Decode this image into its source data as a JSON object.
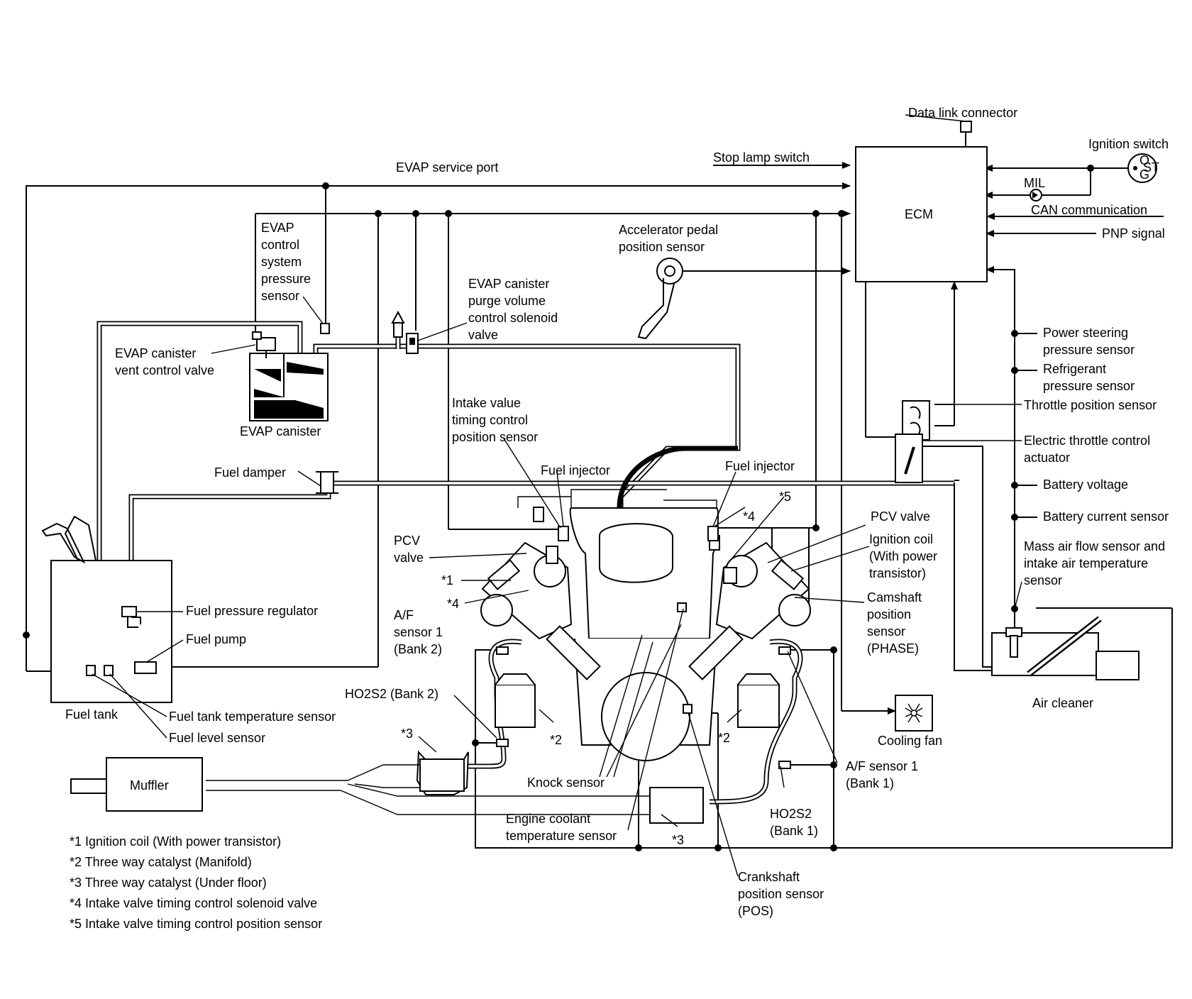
{
  "labels": {
    "data_link_connector": "Data link connector",
    "ignition_switch": "Ignition switch",
    "stop_lamp_switch": "Stop lamp switch",
    "ecm": "ECM",
    "mil": "MIL",
    "can_communication": "CAN communication",
    "pnp_signal": "PNP signal",
    "evap_service_port": "EVAP service port",
    "evap_ctrl_sensor": [
      "EVAP",
      "control",
      "system",
      "pressure",
      "sensor"
    ],
    "accel_pedal_sensor": [
      "Accelerator pedal",
      "position sensor"
    ],
    "evap_purge_valve": [
      "EVAP canister",
      "purge volume",
      "control solenoid",
      "valve"
    ],
    "evap_vent_valve": [
      "EVAP canister",
      "vent control valve"
    ],
    "evap_canister": "EVAP canister",
    "power_steering_sensor": [
      "Power steering",
      "pressure sensor"
    ],
    "refrigerant_sensor": [
      "Refrigerant",
      "pressure sensor"
    ],
    "throttle_position_sensor": "Throttle position sensor",
    "intake_valve_timing_sensor": [
      "Intake value",
      "timing control",
      "position sensor"
    ],
    "electric_throttle_actuator": [
      "Electric throttle control",
      "actuator"
    ],
    "fuel_damper": "Fuel damper",
    "fuel_injector_left": "Fuel injector",
    "fuel_injector_right": "Fuel injector",
    "battery_voltage": "Battery voltage",
    "star5": "*5",
    "star4_top": "*4",
    "pcv_valve_right": "PCV valve",
    "battery_current_sensor": "Battery current sensor",
    "pcv_valve_left": [
      "PCV",
      "valve"
    ],
    "ignition_coil": [
      "Ignition coil",
      "(With power",
      "transistor)"
    ],
    "maf_sensor": [
      "Mass air flow sensor and",
      "intake air temperature",
      "sensor"
    ],
    "star1": "*1",
    "star4_left": "*4",
    "camshaft_sensor": [
      "Camshaft",
      "position",
      "sensor",
      "(PHASE)"
    ],
    "fuel_pressure_regulator": "Fuel pressure regulator",
    "af_sensor_bank2": [
      "A/F",
      "sensor 1",
      "(Bank 2)"
    ],
    "fuel_pump": "Fuel pump",
    "air_cleaner": "Air cleaner",
    "ho2s2_bank2": "HO2S2 (Bank 2)",
    "cooling_fan": "Cooling fan",
    "fuel_tank": "Fuel tank",
    "fuel_tank_temp_sensor": "Fuel tank temperature sensor",
    "fuel_level_sensor": "Fuel level sensor",
    "star3_left": "*3",
    "star2_left": "*2",
    "star2_right": "*2",
    "af_sensor_bank1": [
      "A/F sensor 1",
      "(Bank 1)"
    ],
    "muffler": "Muffler",
    "knock_sensor": "Knock sensor",
    "ho2s2_bank1": [
      "HO2S2",
      "(Bank 1)"
    ],
    "engine_coolant_sensor": [
      "Engine coolant",
      "temperature sensor"
    ],
    "star3_right": "*3",
    "crankshaft_sensor": [
      "Crankshaft",
      "position sensor",
      "(POS)"
    ]
  },
  "ignition_switch_marks": {
    "o": "O",
    "st": "ST",
    "g": "G"
  },
  "footnotes": [
    "*1 Ignition coil (With power transistor)",
    "*2 Three way catalyst (Manifold)",
    "*3 Three way catalyst (Under floor)",
    "*4 Intake valve timing control solenoid valve",
    "*5 Intake valve timing control position sensor"
  ]
}
